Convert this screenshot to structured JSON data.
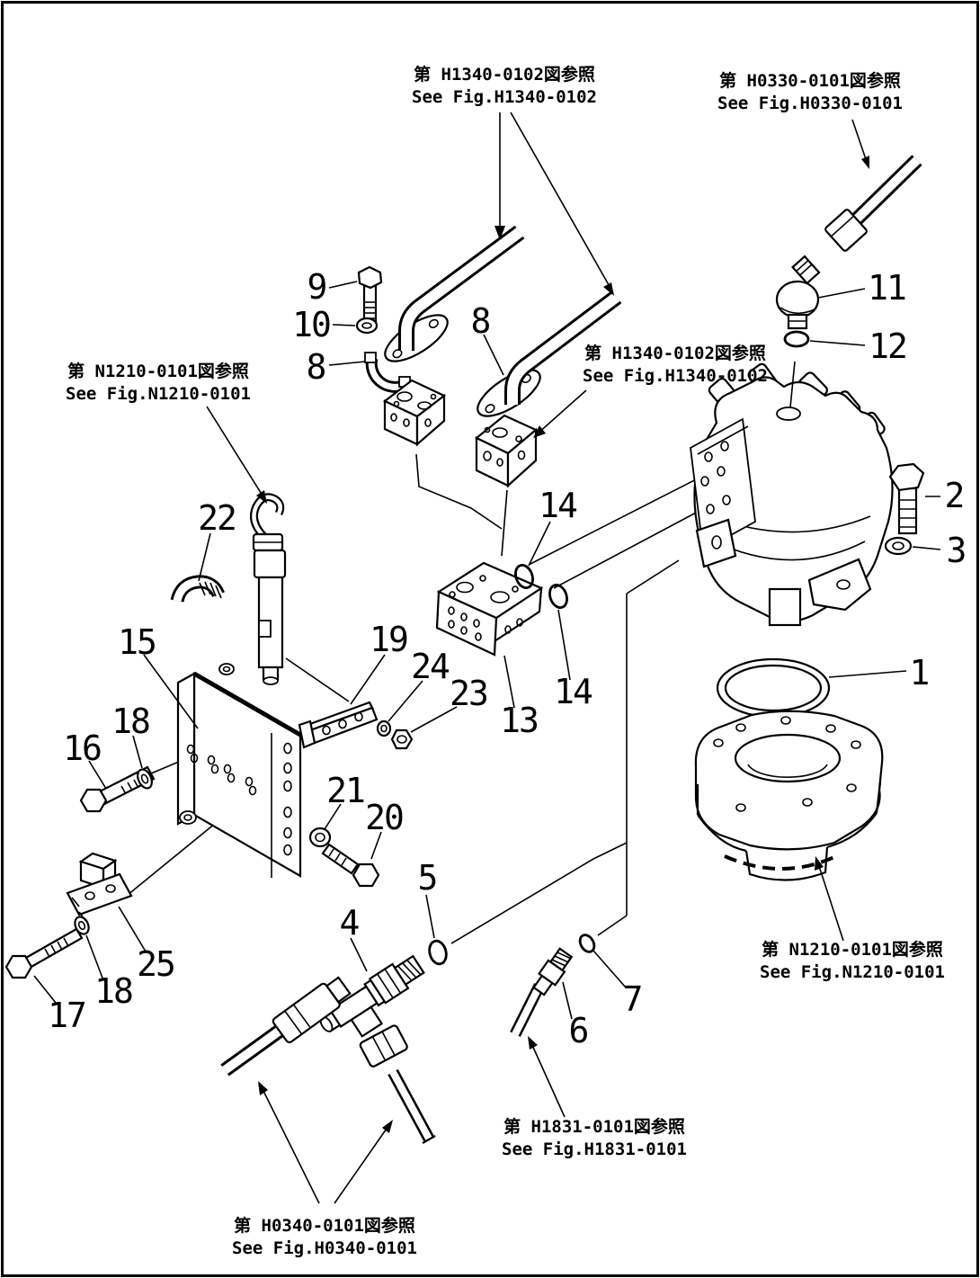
{
  "figure": {
    "kind": "exploded-parts-diagram",
    "colors": {
      "ink": "#000000",
      "paper": "#ffffff"
    }
  },
  "references": {
    "h1340_top": {
      "jp": "第 H1340-0102図参照",
      "en": "See Fig.H1340-0102"
    },
    "h0330": {
      "jp": "第 H0330-0101図参照",
      "en": "See Fig.H0330-0101"
    },
    "h1340_mid": {
      "jp": "第 H1340-0102図参照",
      "en": "See Fig.H1340-0102"
    },
    "n1210_left": {
      "jp": "第 N1210-0101図参照",
      "en": "See Fig.N1210-0101"
    },
    "n1210_right": {
      "jp": "第 N1210-0101図参照",
      "en": "See Fig.N1210-0101"
    },
    "h1831": {
      "jp": "第 H1831-0101図参照",
      "en": "See Fig.H1831-0101"
    },
    "h0340": {
      "jp": "第 H0340-0101図参照",
      "en": "See Fig.H0340-0101"
    }
  },
  "callouts": {
    "c1": "1",
    "c2": "2",
    "c3": "3",
    "c4": "4",
    "c5": "5",
    "c6": "6",
    "c7": "7",
    "c8a": "8",
    "c8b": "8",
    "c9": "9",
    "c10": "10",
    "c11": "11",
    "c12": "12",
    "c13": "13",
    "c14a": "14",
    "c14b": "14",
    "c15": "15",
    "c16": "16",
    "c17": "17",
    "c18a": "18",
    "c18b": "18",
    "c19": "19",
    "c20": "20",
    "c21": "21",
    "c22": "22",
    "c23": "23",
    "c24": "24",
    "c25": "25"
  }
}
